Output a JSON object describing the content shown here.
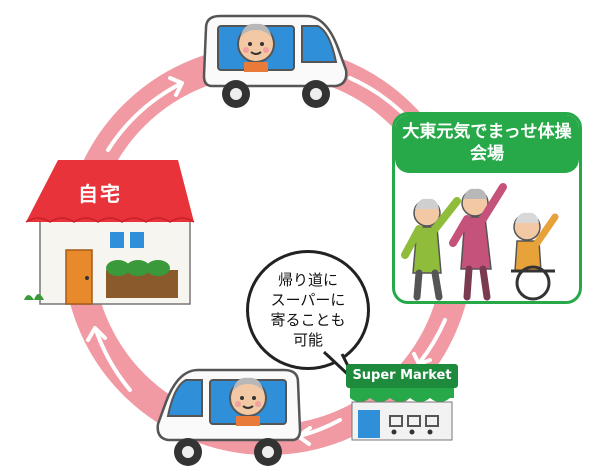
{
  "diagram": {
    "home_label": "自宅",
    "venue_label": "大東元気でまっせ体操\n会場",
    "bubble_lines": [
      "帰り道に",
      "スーパーに",
      "寄ることも",
      "可能"
    ],
    "store_label": "Super Market"
  },
  "colors": {
    "ring": "#f19aa3",
    "arrow": "#ffffff",
    "venue_green": "#27a94a",
    "roof": "#e8333b",
    "store_green": "#1e8a3c"
  },
  "icons": [
    "van-icon",
    "house-icon",
    "exercising-seniors-icon",
    "supermarket-icon"
  ]
}
